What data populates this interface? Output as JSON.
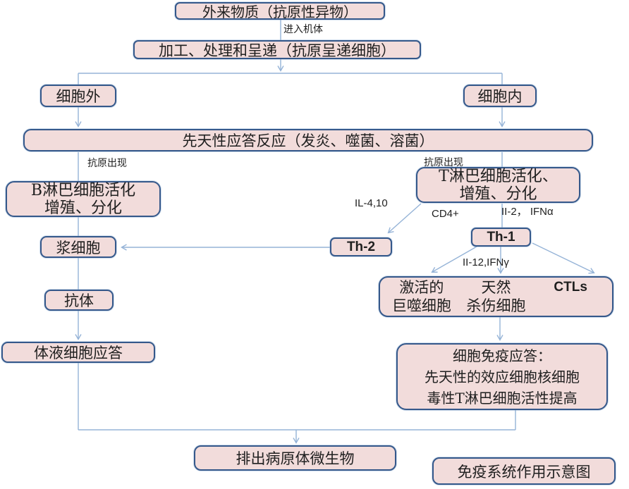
{
  "colors": {
    "box_fill": "#f2dcdb",
    "box_border": "#35588a",
    "connector": "#95b3d7",
    "text": "#1f1f1f"
  },
  "nodes": {
    "foreign": {
      "label": "外来物质（抗原性异物）"
    },
    "processing": {
      "label": "加工、处理和呈递（抗原呈递细胞）"
    },
    "extracellular": {
      "label": "细胞外"
    },
    "intracellular": {
      "label": "细胞内"
    },
    "innate": {
      "label": "先天性应答反应（发炎、噬菌、溶菌）"
    },
    "b_cell": {
      "label": "B淋巴细胞活化\n增殖、分化"
    },
    "t_cell": {
      "label": "T淋巴细胞活化、\n增殖、分化"
    },
    "th2": {
      "label": "Th-2"
    },
    "th1": {
      "label": "Th-1"
    },
    "plasma": {
      "label": "浆细胞"
    },
    "effector": {
      "items": [
        "激活的\n巨噬细胞",
        "天然\n杀伤细胞",
        "CTLs"
      ]
    },
    "antibody": {
      "label": "抗体"
    },
    "humoral": {
      "label": "体液细胞应答"
    },
    "cellular": {
      "label": "细胞免疫应答：\n先天性的效应细胞核细胞\n毒性T淋巴细胞活性提高"
    },
    "expel": {
      "label": "排出病原体微生物"
    },
    "legend": {
      "label": "免疫系统作用示意图"
    }
  },
  "edge_labels": {
    "enter_body": "进入机体",
    "antigen_left": "抗原出现",
    "antigen_right": "抗原出现",
    "il4_10": "IL-4,10",
    "cd4": "CD4+",
    "il2_ifna": "II-2， IFNα",
    "il12_ifng": "II-12,IFNγ"
  }
}
